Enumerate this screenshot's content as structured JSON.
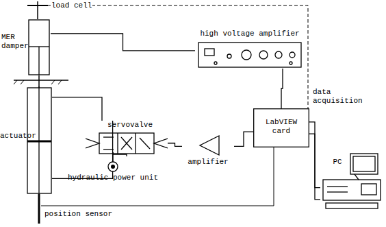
{
  "diagram": {
    "nodes": [
      {
        "text": [
          "MER damper"
        ]
      },
      {
        "text": [
          "high voltage amplifier"
        ]
      },
      {
        "text": [
          "LabVIEW card"
        ]
      },
      {
        "text": [
          "PC"
        ]
      },
      {
        "text": [
          "actuator"
        ]
      },
      {
        "text": [
          "servovalve"
        ]
      },
      {
        "text": [
          "amplifier"
        ]
      },
      {
        "text": [
          "hydraulic power unit"
        ]
      }
    ],
    "edges": [
      {
        "from": 0,
        "to": 1,
        "arrow": "none"
      },
      {
        "from": 1,
        "to": 2,
        "arrow": "none"
      },
      {
        "from": 2,
        "to": 6,
        "arrow": "none"
      },
      {
        "from": 6,
        "to": 5,
        "arrow": "none"
      },
      {
        "from": 5,
        "to": 4,
        "arrow": "none"
      },
      {
        "from": 5,
        "to": 4,
        "arrow": "none"
      },
      {
        "from": 7,
        "to": 5,
        "arrow": "none"
      },
      {
        "from": 2,
        "to": 3,
        "arrow": "none"
      },
      {
        "from": 2,
        "to": 3,
        "arrow": "none"
      }
    ],
    "labels": [
      "load cell",
      "data acquisition",
      "position sensor"
    ]
  }
}
